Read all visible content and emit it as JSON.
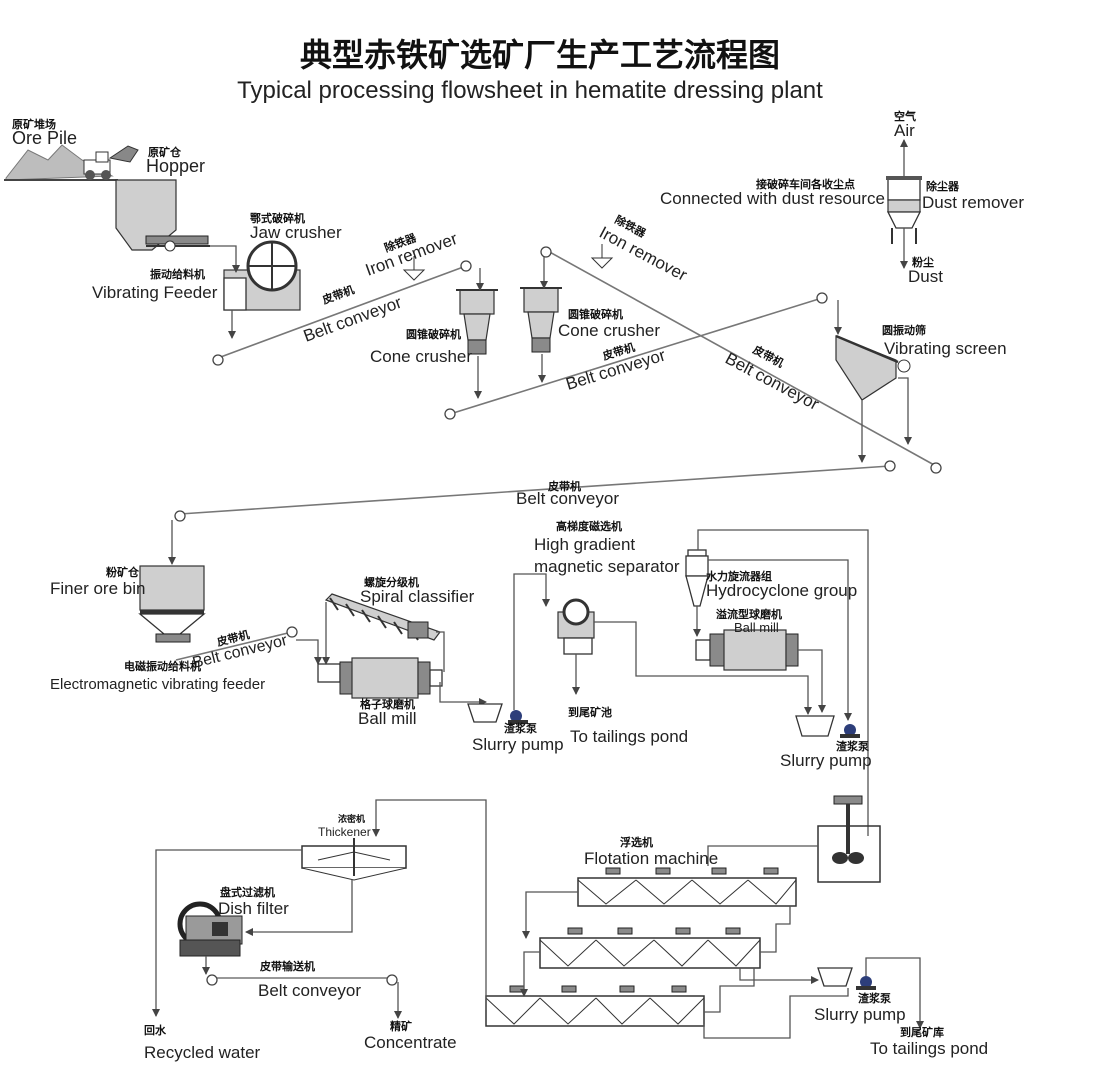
{
  "title": {
    "cn": "典型赤铁矿选矿厂生产工艺流程图",
    "en": "Typical processing flowsheet in hematite dressing plant"
  },
  "labels": {
    "ore_pile": {
      "cn": "原矿堆场",
      "en": "Ore Pile"
    },
    "hopper": {
      "cn": "原矿仓",
      "en": "Hopper"
    },
    "vibrating_feeder": {
      "cn": "振动给料机",
      "en": "Vibrating  Feeder"
    },
    "jaw_crusher": {
      "cn": "鄂式破碎机",
      "en": "Jaw crusher"
    },
    "belt1": {
      "cn": "皮带机",
      "en": "Belt conveyor"
    },
    "iron_remover1": {
      "cn": "除铁器",
      "en": "Iron remover"
    },
    "cone_crusher1": {
      "cn": "圆锥破碎机",
      "en": "Cone crusher"
    },
    "cone_crusher2": {
      "cn": "圆锥破碎机",
      "en": "Cone crusher"
    },
    "iron_remover2": {
      "cn": "除铁器",
      "en": "Iron remover"
    },
    "belt2": {
      "cn": "皮带机",
      "en": "Belt conveyor"
    },
    "belt3": {
      "cn": "皮带机",
      "en": "Belt conveyor"
    },
    "air": {
      "cn": "空气",
      "en": "Air"
    },
    "dust_source": {
      "cn": "接破碎车间各收尘点",
      "en": "Connected with dust resource"
    },
    "dust_remover": {
      "cn": "除尘器",
      "en": "Dust remover"
    },
    "dust": {
      "cn": "粉尘",
      "en": "Dust"
    },
    "vibrating_screen": {
      "cn": "圆振动筛",
      "en": "Vibrating  screen"
    },
    "belt4": {
      "cn": "皮带机",
      "en": "Belt conveyor"
    },
    "finer_ore_bin": {
      "cn": "粉矿仓",
      "en": "Finer ore bin"
    },
    "belt5": {
      "cn": "皮带机",
      "en": "Belt conveyor"
    },
    "em_feeder": {
      "cn": "电磁振动给料机",
      "en": "Electromagnetic vibrating feeder"
    },
    "spiral_classifier": {
      "cn": "螺旋分级机",
      "en": "Spiral classifier"
    },
    "ball_mill1": {
      "cn": "格子球磨机",
      "en": "Ball mill"
    },
    "slurry_pump1": {
      "cn": "渣浆泵",
      "en": "Slurry pump"
    },
    "hgms": {
      "cn": "高梯度磁选机",
      "en1": "High gradient",
      "en2": "magnetic separator"
    },
    "tailings1": {
      "cn": "到尾矿池",
      "en": "To tailings pond"
    },
    "hydrocyclone": {
      "cn": "水力旋流器组",
      "en": "Hydrocyclone group"
    },
    "ball_mill2": {
      "cn": "溢流型球磨机",
      "en": "Ball  mill"
    },
    "slurry_pump2": {
      "cn": "渣浆泵",
      "en": "Slurry pump"
    },
    "thickener": {
      "cn": "浓密机",
      "en": "Thickener"
    },
    "dish_filter": {
      "cn": "盘式过滤机",
      "en": "Dish filter"
    },
    "belt6": {
      "cn": "皮带输送机",
      "en": "Belt conveyor"
    },
    "recycled_water": {
      "cn": "回水",
      "en": "Recycled water"
    },
    "concentrate": {
      "cn": "精矿",
      "en": "Concentrate"
    },
    "flotation": {
      "cn": "浮选机",
      "en": "Flotation machine"
    },
    "slurry_pump3": {
      "cn": "渣浆泵",
      "en": "Slurry pump"
    },
    "tailings2": {
      "cn": "到尾矿库",
      "en": "To tailings pond"
    }
  }
}
